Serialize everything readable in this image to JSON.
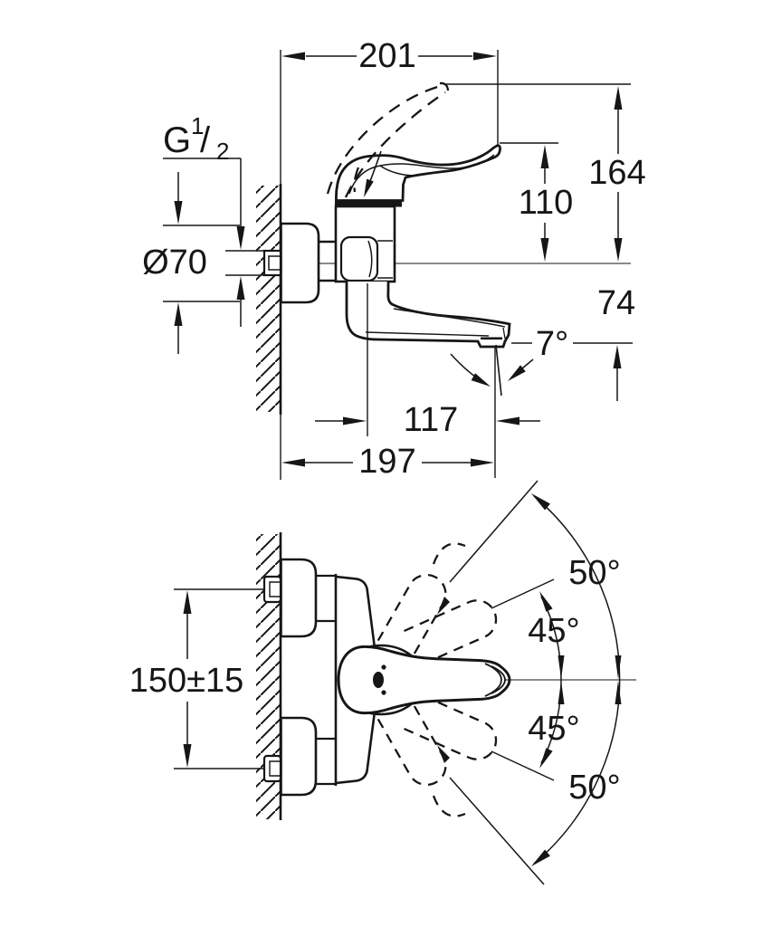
{
  "drawing": {
    "type": "technical dimensional drawing of a wall-mounted single-lever mixer tap",
    "line_color": "#161616",
    "background": "#ffffff",
    "side": {
      "dim201": "201",
      "dim164": "164",
      "dim110": "110",
      "dim74": "74",
      "angle7": "7°",
      "dim117": "117",
      "dim197": "197",
      "dia70": "Ø70",
      "thread": {
        "g": "G",
        "sup": "1",
        "slash": "/",
        "sub": "2"
      }
    },
    "plan": {
      "spacing": "150±15",
      "a50top": "50°",
      "a45top": "45°",
      "a45bottom": "45°",
      "a50bottom": "50°"
    }
  }
}
